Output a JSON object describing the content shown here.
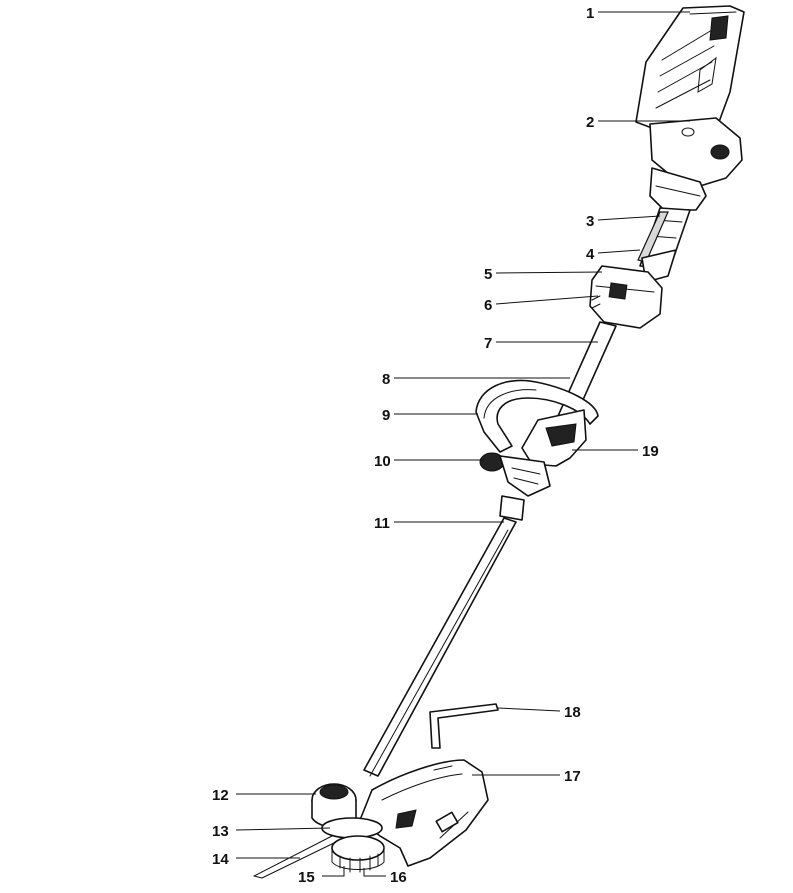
{
  "figure": {
    "subject": "string-trimmer-exploded-parts-diagram",
    "callouts": [
      "1",
      "2",
      "3",
      "4",
      "5",
      "6",
      "7",
      "8",
      "9",
      "10",
      "11",
      "12",
      "13",
      "14",
      "15",
      "16",
      "17",
      "18",
      "19"
    ]
  }
}
